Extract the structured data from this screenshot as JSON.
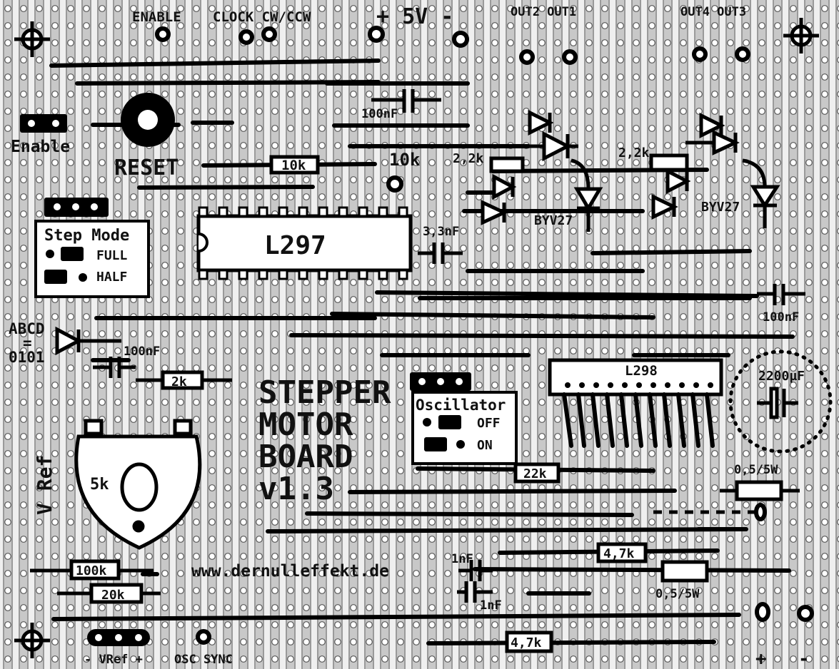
{
  "board": {
    "title_lines": [
      "STEPPER",
      "MOTOR",
      "BOARD",
      "v1.3"
    ],
    "website": "www.dernulleffekt.de"
  },
  "top_connectors": {
    "enable": "ENABLE",
    "clock_dir": "CLOCK CW/CCW",
    "power": "+ 5V -",
    "out_a": "OUT2 OUT1",
    "out_b": "OUT4 OUT3"
  },
  "bottom_connectors": {
    "vref": "- VRef +",
    "osc_sync": "OSC SYNC",
    "plus": "+",
    "minus": "-"
  },
  "jumpers": {
    "enable": "Enable",
    "step_mode_title": "Step Mode",
    "step_full": "FULL",
    "step_half": "HALF",
    "oscillator_title": "Oscillator",
    "osc_off": "OFF",
    "osc_on": "ON"
  },
  "components": {
    "reset": "RESET",
    "r_10k_a": "10k",
    "r_10k_b": "10k",
    "c_100nf_top": "100nF",
    "c_100nf_left": "100nF",
    "c_100nf_right": "100nF",
    "c_3_3nf": "3,3nF",
    "ic_l297": "L297",
    "ic_l298": "L298",
    "r_2_2k_a": "2,2k",
    "r_2_2k_b": "2,2k",
    "diode_byv27_a": "BYV27",
    "diode_byv27_b": "BYV27",
    "abcd_line1": "ABCD",
    "abcd_line2": "=",
    "abcd_line3": "0101",
    "r_2k": "2k",
    "vref_label": "V Ref",
    "pot_5k": "5k",
    "cap_2200uf": "2200µF",
    "r_22k": "22k",
    "r_0_5_5w_a": "0,5/5W",
    "r_0_5_5w_b": "0,5/5W",
    "r_4_7k_a": "4,7k",
    "r_4_7k_b": "4,7k",
    "r_100k": "100k",
    "r_20k": "20k",
    "c_1nf_a": "1nF",
    "c_1nf_b": "1nF"
  }
}
